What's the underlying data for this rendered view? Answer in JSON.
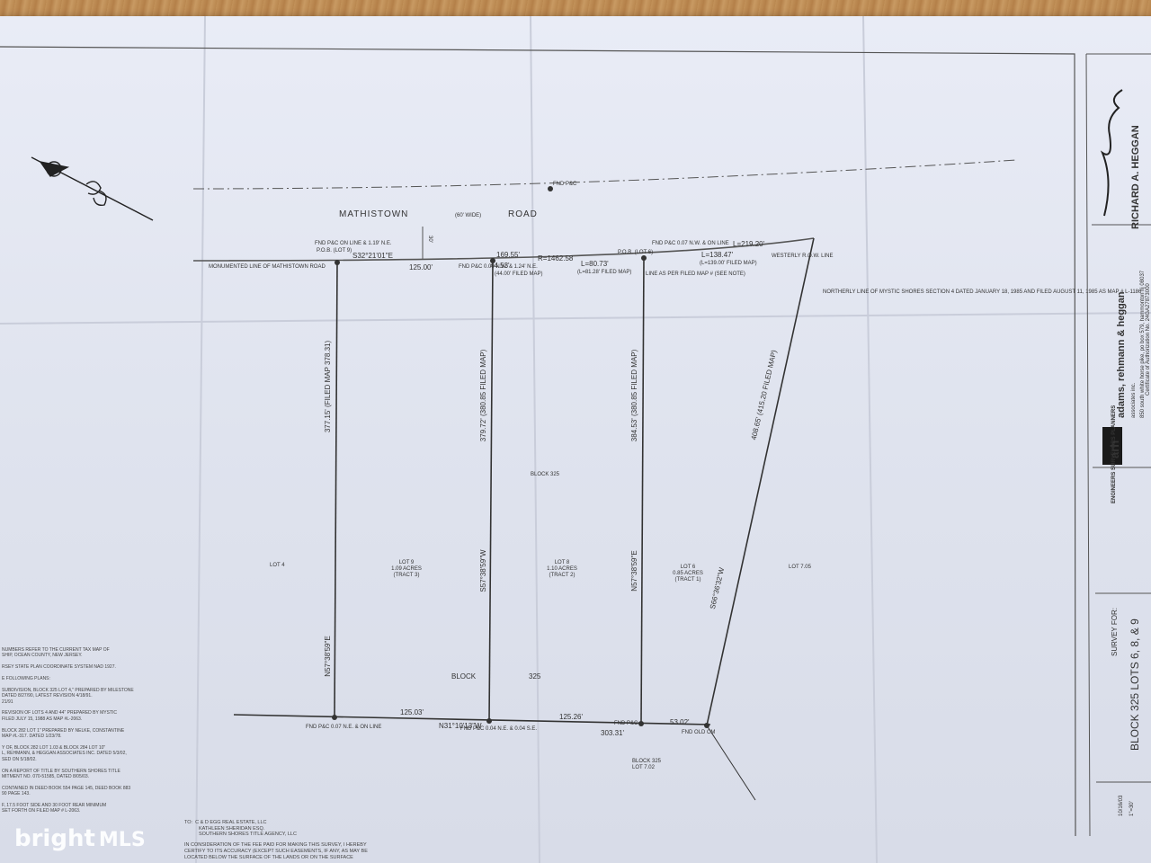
{
  "road": {
    "name_left": "MATHISTOWN",
    "name_width": "(60' WIDE)",
    "name_right": "ROAD",
    "fnd_top": "FND P&C",
    "row_width": "30'",
    "monumented_line": "MONUMENTED LINE OF MATHISTOWN ROAD",
    "bearing": "S32°21'01\"E",
    "dist_125": "125.00'",
    "dist_169": "169.55'",
    "dist_44": "44.53'",
    "radius": "R=1462.58",
    "arc_80": "L=80.73'",
    "arc_81_filed": "(L=81.28' FILED MAP)",
    "arc_44_filed": "(44.00' FILED MAP)",
    "arc_138": "L=138.47'",
    "arc_139_filed": "(L=139.00' FILED MAP)",
    "arc_219": "L=219.20'"
  },
  "monuments": {
    "pob_lot9": "P.O.B. (LOT 9)",
    "fnd_on_line": "FND P&C ON LINE & 1.19' N.E.",
    "fnd_mid": "FND P&C 0.09 N.W. & 1.24' N.E.",
    "pob_lot6": "P.O.B. (LOT 6)",
    "fnd_right": "FND P&C 0.07 N.W. & ON LINE",
    "line_per_filed": "LINE AS PER FILED MAP # (SEE NOTE)",
    "westerly_row": "WESTERLY R.O.W. LINE",
    "northerly_line": "NORTHERLY LINE OF MYSTIC SHORES SECTION 4 DATED JANUARY 18, 1985 AND FILED AUGUST 11, 1985 AS MAP # L-1186",
    "fnd_bl_left": "FND P&C 0.07 N.E. & ON LINE",
    "fnd_bl_mid": "FND P&C 0.04 N.E. & 0.04 S.E.",
    "fnd_bl_right": "FND P&C",
    "fnd_old": "FND OLD CM"
  },
  "lines": {
    "west_side": "377.15' (FILED MAP 378.31)",
    "lot9_east": "379.72' (380.85 FILED MAP)",
    "lot6_west": "384.53' (380.85 FILED MAP)",
    "east_side": "408.65' (415.20 FILED MAP)",
    "bearing_west": "N57°38'59\"E",
    "bearing_mid": "S57°38'59\"W",
    "bearing_mid2": "N57°38'59\"E",
    "bearing_east": "S66°36'32\"W",
    "bottom_bearing": "N31°10'13\"W",
    "bottom_125_03": "125.03'",
    "bottom_125_26": "125.26'",
    "bottom_53": "53.02'",
    "bottom_303": "303.31'"
  },
  "lots": {
    "block_top": "BLOCK 325",
    "block_bottom_a": "BLOCK",
    "block_bottom_b": "325",
    "lot4": "LOT 4",
    "lot9": "LOT 9",
    "lot9_acres": "1.09 ACRES",
    "lot9_tract": "(TRACT 3)",
    "lot8": "LOT 8",
    "lot8_acres": "1.10 ACRES",
    "lot8_tract": "(TRACT 2)",
    "lot6": "LOT 6",
    "lot6_acres": "0.85 ACRES",
    "lot6_tract": "(TRACT 1)",
    "lot705": "LOT 7.05",
    "lot702_a": "BLOCK 325",
    "lot702_b": "LOT 7.02"
  },
  "notes": [
    "NUMBERS REFER TO THE CURRENT TAX MAP OF",
    "SHIP, OCEAN COUNTY, NEW JERSEY.",
    "",
    "RSEY STATE PLAN COORDINATE SYSTEM NAD 1927.",
    "",
    "E FOLLOWING PLANS:",
    "",
    "SUBDIVISION, BLOCK 325 LOT 4,\" PREPARED BY MILESTONE",
    "DATED 8/27/90, LATEST REVISION 4/18/91.",
    "21/91",
    "",
    "REVISION OF LOTS 4 AND 44\" PREPARED BY MYSTIC",
    "FILED JULY 15, 1988 AS MAP #L-2063.",
    "",
    "BLOCK 282 LOT 1\" PREPARED BY NELKE, CONSTANTINE",
    "MAP #L-317. DATED 1/23/78.",
    "",
    "Y OF, BLOCK 282 LOT 1.03 & BLOCK 284 LOT 10\"",
    "L, REHMANN, & HEGGAN ASSOCIATES INC. DATED 5/3/02,",
    "SED ON 5/18/02.",
    "",
    "ON A REPORT OF TITLE BY SOUTHERN SHORES TITLE",
    "MITMENT NO. 070-51585, DATED 8/05/03.",
    "",
    "CONTAINED IN DEED BOOK 554 PAGE 145, DEED BOOK 883",
    "90 PAGE 143.",
    "",
    "F, 17.5 FOOT SIDE AND 30 FOOT REAR MINIMUM",
    "SET FORTH ON FILED MAP # L-2063."
  ],
  "addressees": {
    "to": "TO:",
    "line1": "C & D EGG REAL ESTATE, LLC",
    "line2": "KATHLEEN SHERIDAN ESQ.",
    "line3": "SOUTHERN SHORES TITLE AGENCY, LLC",
    "cert1": "IN CONSIDERATION OF THE FEE PAID FOR MAKING THIS SURVEY, I HEREBY",
    "cert2": "CERTIFY TO ITS ACCURACY (EXCEPT SUCH EASEMENTS, IF ANY, AS MAY BE",
    "cert3": "LOCATED BELOW THE SURFACE OF THE LANDS OR ON THE SURFACE"
  },
  "titleblock": {
    "surveyor_name": "RICHARD A. HEGGAN",
    "firm": "adams, rehmann & heggan",
    "firm_sub": "associates inc.",
    "arh": "arh",
    "disciplines": "ENGINEERS SURVEYORS PLANNERS",
    "address": "850 south white horse pike, po box 579, hammonton nj 08037",
    "survey_for": "SURVEY FOR:",
    "sheet_title": "BLOCK 325 LOTS 6, 8, & 9",
    "date": "10/16/03",
    "scale": "1\"=30'",
    "cert_auth": "Certificate of Authorization No. 24GA27873000"
  },
  "watermark": {
    "brand": "bright",
    "suffix": "MLS"
  }
}
